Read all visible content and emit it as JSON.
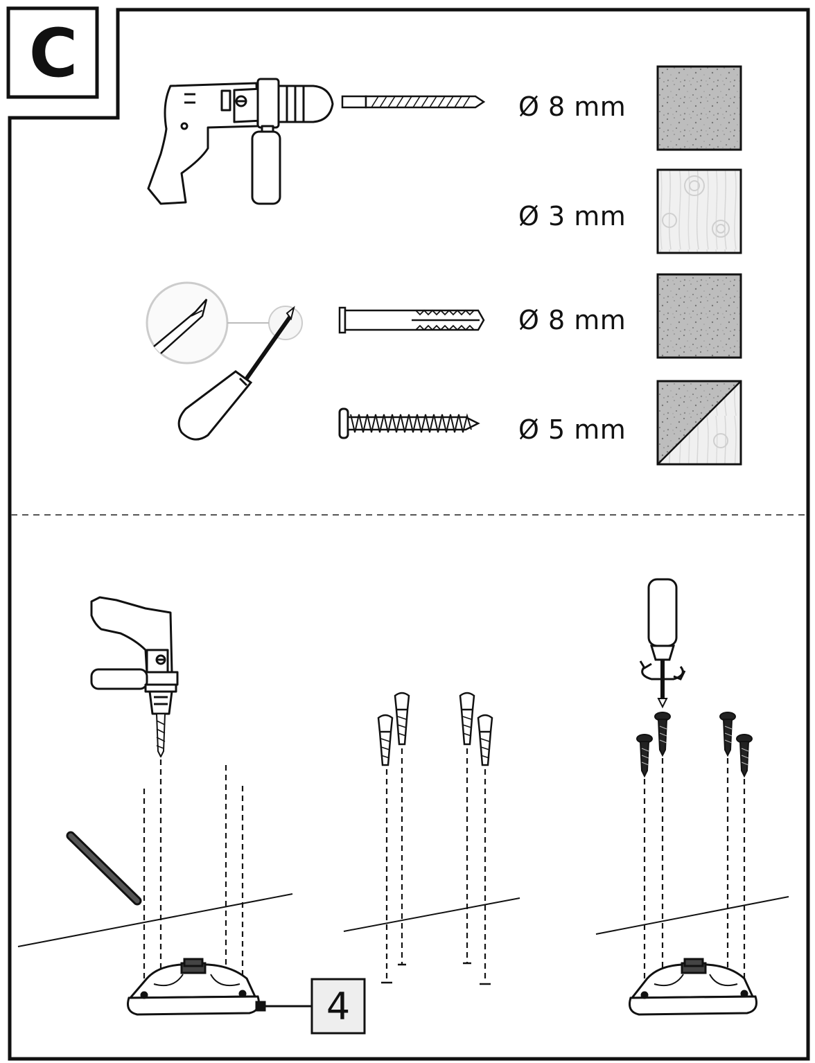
{
  "section": {
    "letter": "C"
  },
  "specs": [
    {
      "diameter": "Ø 8 mm",
      "item": "drill-bit",
      "material": "concrete"
    },
    {
      "diameter": "Ø 3 mm",
      "item": "drill-bit",
      "material": "wood"
    },
    {
      "diameter": "Ø 8 mm",
      "item": "wall-plug",
      "material": "concrete"
    },
    {
      "diameter": "Ø 5 mm",
      "item": "screw",
      "material": "concrete-wood"
    }
  ],
  "callout": {
    "number": "4"
  },
  "colors": {
    "line": "#111111",
    "concrete": "#b9b9b9",
    "wood": "#efefef",
    "callout_bg": "#eeeeee"
  }
}
